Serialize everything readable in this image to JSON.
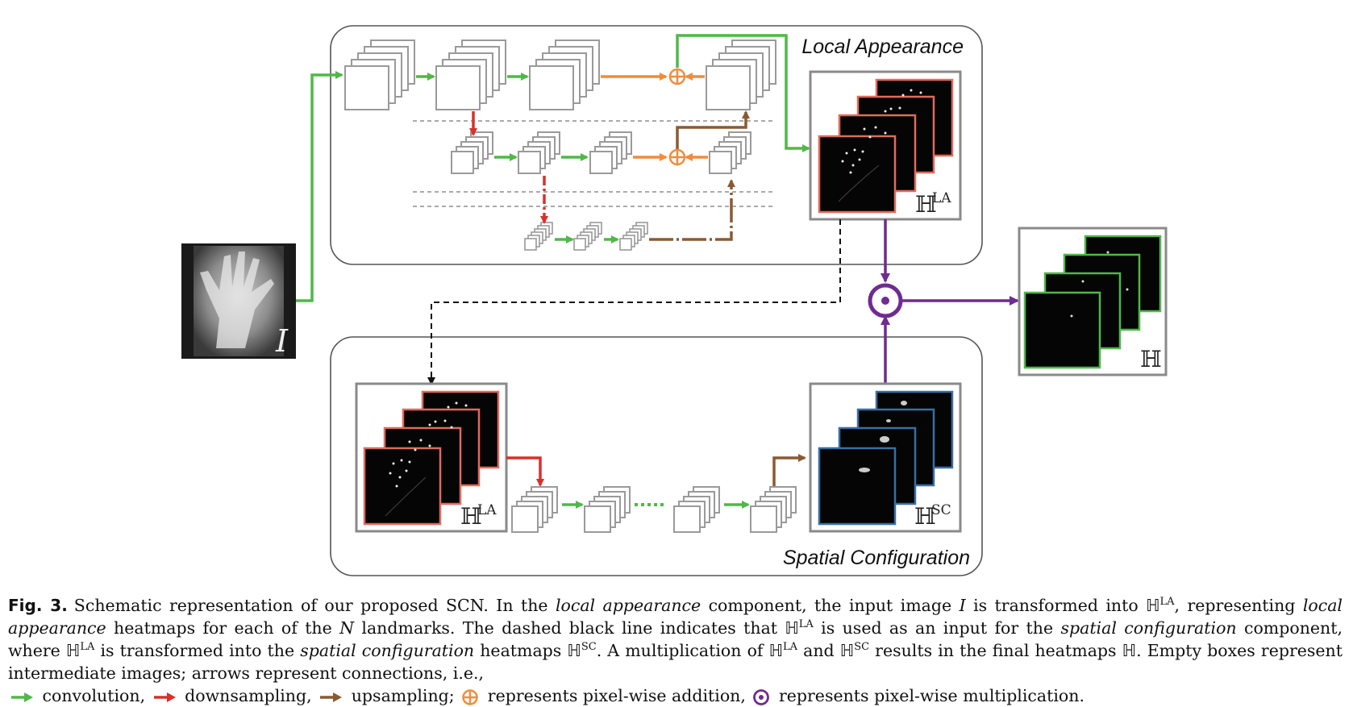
{
  "diagram": {
    "local_title": "Local Appearance",
    "spatial_title": "Spatial Configuration",
    "input_label": "I",
    "h_symbol": "ℍ",
    "la_sup": "LA",
    "sc_sup": "SC",
    "colors": {
      "convolution": "#4fb848",
      "downsampling": "#d8302c",
      "upsampling": "#8a5a32",
      "addition": "#f08c3c",
      "multiplication": "#6f2c91",
      "la_frame": "#e06a5c",
      "sc_frame": "#3a6ea5",
      "out_frame": "#4fb848",
      "box": "#9a9a9a",
      "panel": "#555555"
    }
  },
  "caption": {
    "fig": "Fig. 3.",
    "t1": "Schematic representation of our proposed SCN. In the ",
    "i1": "local appearance",
    "t2": " component, the input image ",
    "i2": "I",
    "t3": " is transformed into ",
    "h": "ℍ",
    "la": "LA",
    "sc": "SC",
    "t4": ", representing ",
    "i3": "local appearance",
    "t5": " heatmaps for each of the ",
    "i4": "N",
    "t6": " landmarks. The dashed black line indicates that ",
    "t7": " is used as an input for the ",
    "i5": "spatial configuration",
    "t8": " component, where ",
    "t9": " is transformed into the ",
    "i6": "spatial configuration",
    "t10": " heatmaps ",
    "t11": ". A multiplication of ",
    "t12": " and ",
    "t13": " results in the final heatmaps ",
    "t14": ". Empty boxes represent intermediate images; arrows represent connections, i.e.,",
    "l1": "convolution,",
    "l2": "downsampling,",
    "l3": "upsampling;",
    "l4": "represents pixel-wise addition,",
    "l5": "represents pixel-wise multiplication."
  }
}
